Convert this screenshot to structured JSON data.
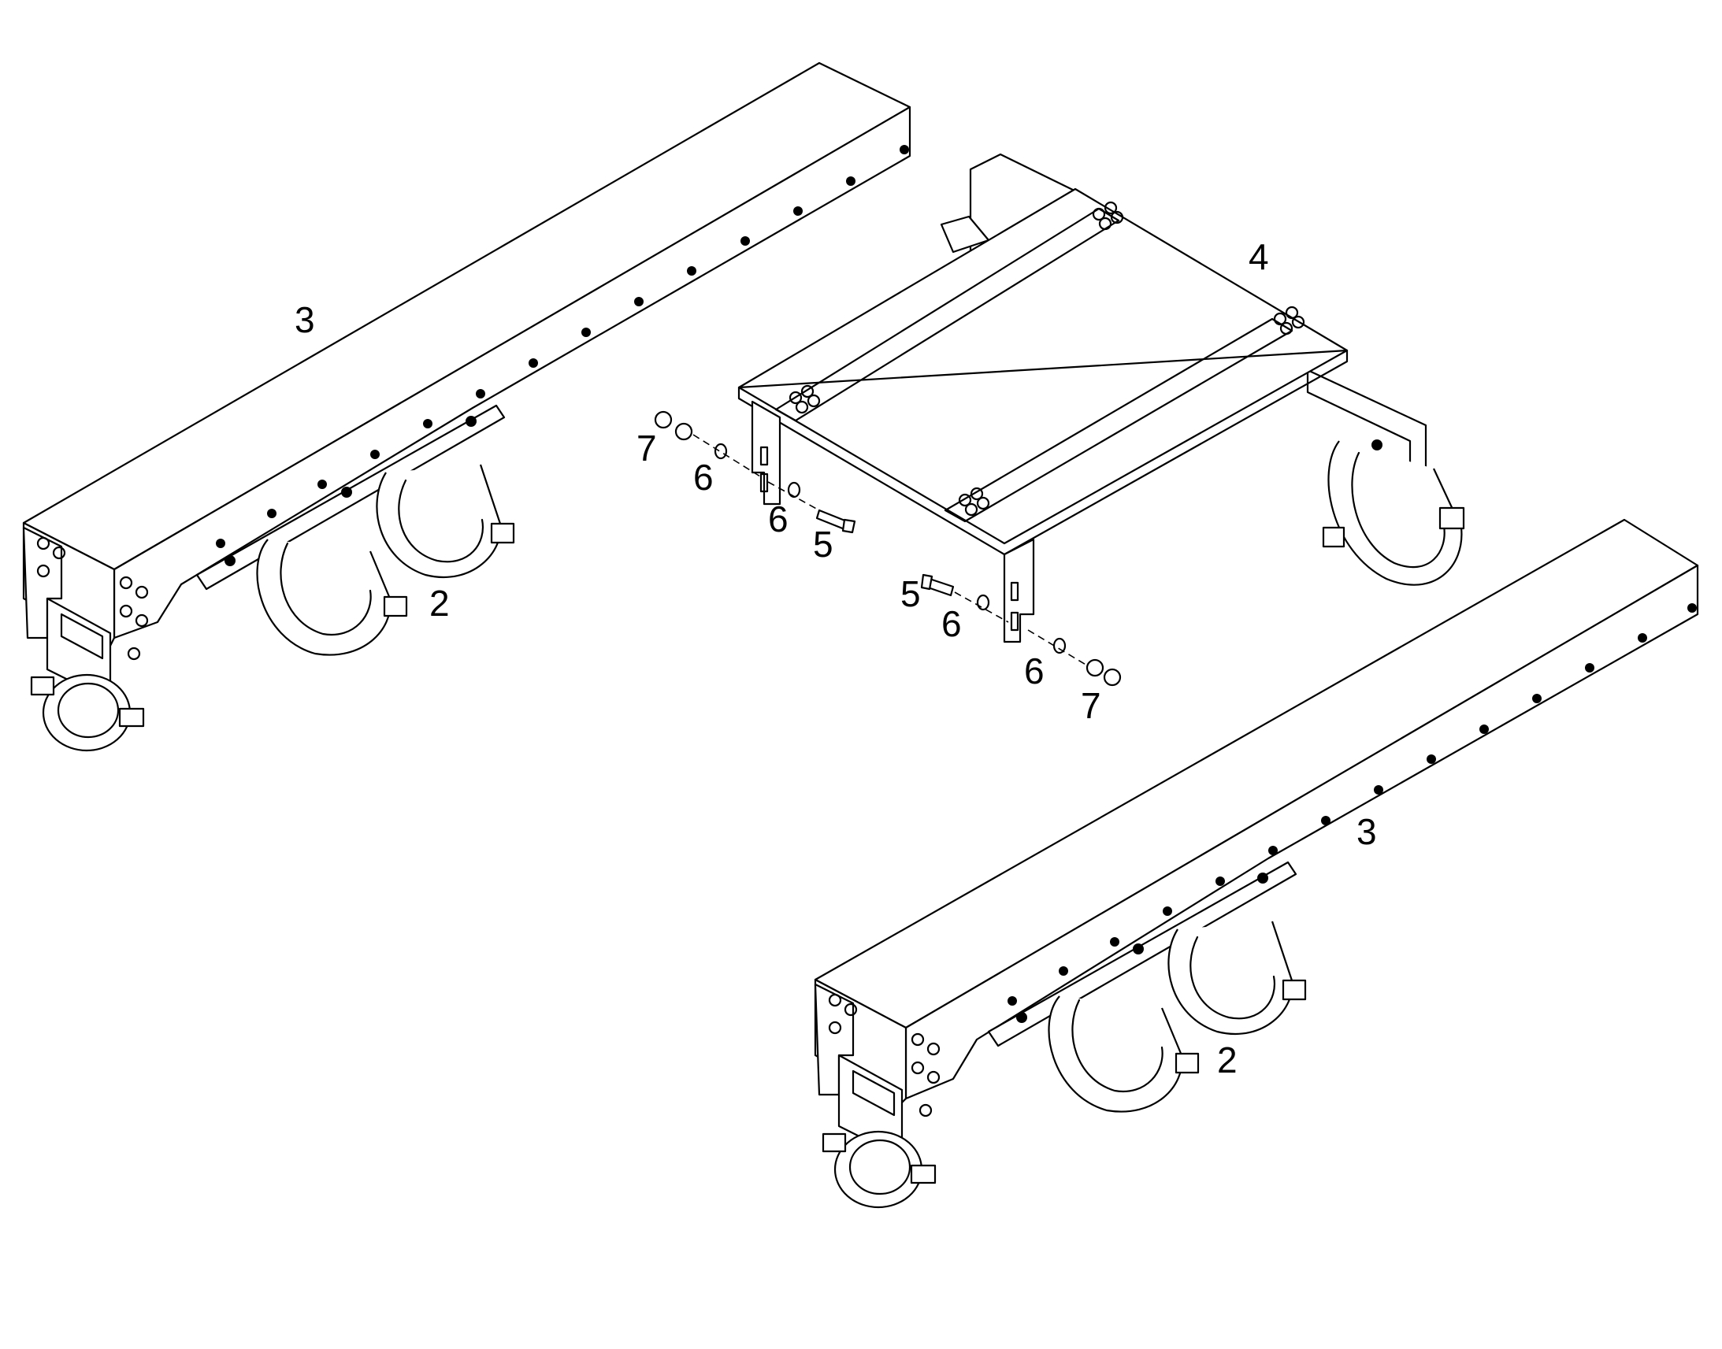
{
  "callouts": {
    "c2_left": "2",
    "c2_right": "2",
    "c3_left": "3",
    "c3_right": "3",
    "c4": "4",
    "c5_upper": "5",
    "c5_lower": "5",
    "c6_upper_a": "6",
    "c6_upper_b": "6",
    "c6_lower_a": "6",
    "c6_lower_b": "6",
    "c7_upper": "7",
    "c7_lower": "7"
  }
}
